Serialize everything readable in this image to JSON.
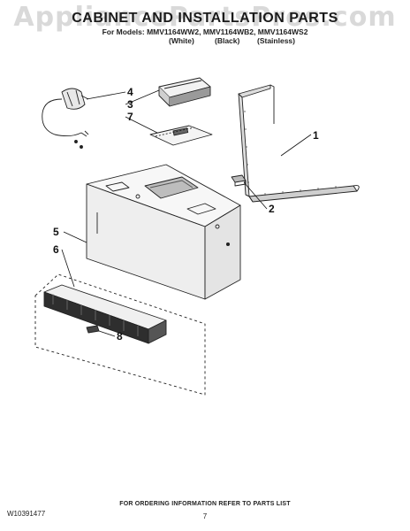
{
  "watermark": "AppliancePartsPros.com",
  "header": {
    "title": "CABINET AND INSTALLATION PARTS",
    "models": "For Models: MMV1164WW2, MMV1164WB2, MMV1164WS2",
    "colors": [
      "(White)",
      "(Black)",
      "(Stainless)"
    ]
  },
  "callouts": [
    "1",
    "2",
    "3",
    "4",
    "5",
    "6",
    "7",
    "8"
  ],
  "footer": {
    "ordering_note": "FOR ORDERING INFORMATION REFER TO PARTS LIST",
    "doc_number": "W10391477",
    "page": "7"
  }
}
